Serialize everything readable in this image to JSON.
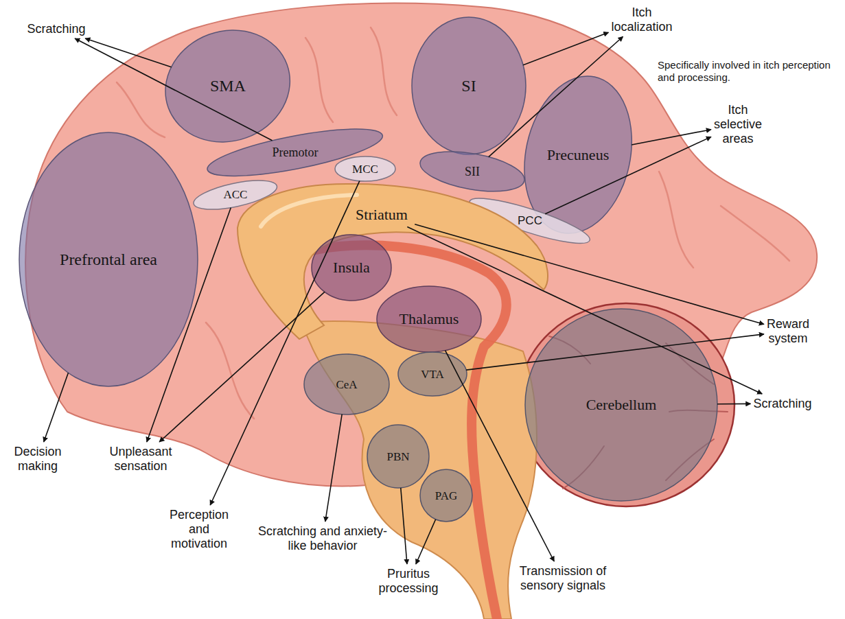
{
  "diagram": {
    "nodes": [
      {
        "text": [
          "Scratching"
        ]
      },
      {
        "text": [
          "SMA"
        ]
      },
      {
        "text": [
          "SI"
        ]
      },
      {
        "text": [
          "Itch localization"
        ]
      },
      {
        "text": [
          "Premotor"
        ]
      },
      {
        "text": [
          "MCC"
        ]
      },
      {
        "text": [
          "SII"
        ]
      },
      {
        "text": [
          "Precuneus"
        ]
      },
      {
        "text": [
          "Itch selective areas"
        ]
      },
      {
        "text": [
          "ACC"
        ]
      },
      {
        "text": [
          "PCC"
        ]
      },
      {
        "text": [
          "Prefrontal area"
        ]
      },
      {
        "text": [
          "Striatum"
        ]
      },
      {
        "text": [
          "Insula"
        ]
      },
      {
        "text": [
          "Thalamus"
        ]
      },
      {
        "text": [
          "Reward system"
        ]
      },
      {
        "text": [
          "CeA"
        ]
      },
      {
        "text": [
          "VTA"
        ]
      },
      {
        "text": [
          "Cerebellum"
        ]
      },
      {
        "text": [
          "Scratching"
        ]
      },
      {
        "text": [
          "PBN"
        ]
      },
      {
        "text": [
          "PAG"
        ]
      },
      {
        "text": [
          "Decision making"
        ]
      },
      {
        "text": [
          "Unpleasant sensation"
        ]
      },
      {
        "text": [
          "Perception and motivation"
        ]
      },
      {
        "text": [
          "Scratching and anxiety-like behavior"
        ]
      },
      {
        "text": [
          "Pruritus processing"
        ]
      },
      {
        "text": [
          "Transmission of sensory signals"
        ]
      }
    ],
    "edges": [
      {
        "from": 1,
        "to": 0,
        "arrow": "to"
      },
      {
        "from": 4,
        "to": 0,
        "arrow": "to"
      },
      {
        "from": 2,
        "to": 3,
        "arrow": "to"
      },
      {
        "from": 6,
        "to": 3,
        "arrow": "to"
      },
      {
        "from": 7,
        "to": 8,
        "arrow": "to"
      },
      {
        "from": 10,
        "to": 8,
        "arrow": "to"
      },
      {
        "from": 11,
        "to": 22,
        "arrow": "to"
      },
      {
        "from": 9,
        "to": 23,
        "arrow": "to"
      },
      {
        "from": 13,
        "to": 23,
        "arrow": "to"
      },
      {
        "from": 5,
        "to": 24,
        "arrow": "to"
      },
      {
        "from": 12,
        "to": 15,
        "arrow": "to"
      },
      {
        "from": 17,
        "to": 15,
        "arrow": "to"
      },
      {
        "from": 12,
        "to": 19,
        "arrow": "to"
      },
      {
        "from": 18,
        "to": 19,
        "arrow": "to"
      },
      {
        "from": 16,
        "to": 25,
        "arrow": "to"
      },
      {
        "from": 20,
        "to": 26,
        "arrow": "to"
      },
      {
        "from": 21,
        "to": 26,
        "arrow": "to"
      },
      {
        "from": 14,
        "to": 27,
        "arrow": "to"
      }
    ],
    "labels": [
      "Specifically involved in itch perception and processing."
    ]
  }
}
